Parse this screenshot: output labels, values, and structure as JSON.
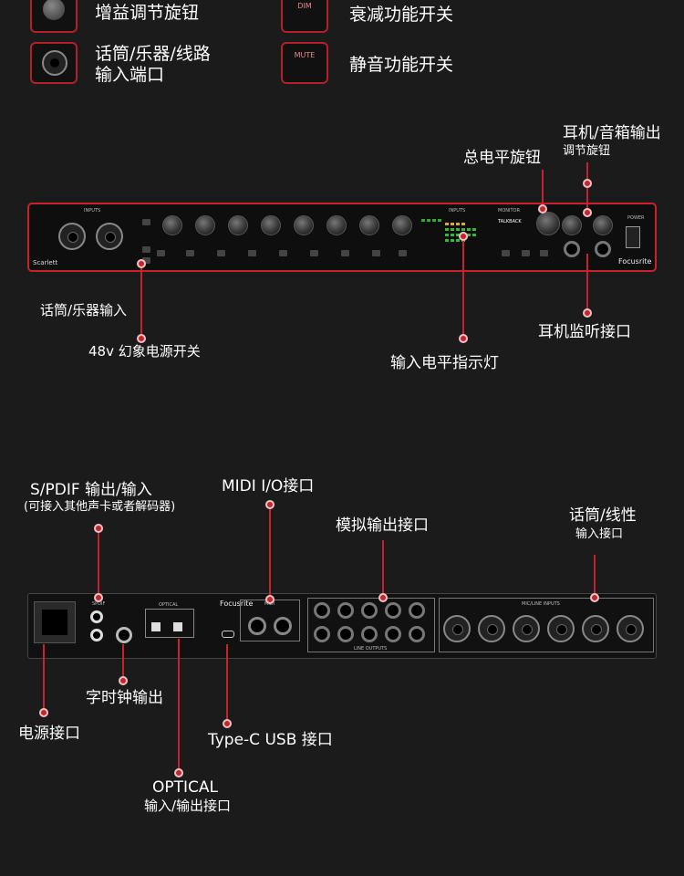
{
  "legend": {
    "gain": "增益调节旋钮",
    "dim": "衰减功能开关",
    "mic_input_l1": "话筒/乐器/线路",
    "mic_input_l2": "输入端口",
    "mute": "静音功能开关",
    "dim_icon_text": "DIM",
    "mute_icon_text": "MUTE"
  },
  "front": {
    "brand": "Focusrite",
    "model": "Scarlett",
    "inputs": "INPUTS",
    "monitor": "MONITOR",
    "talkback": "TALKBACK",
    "power": "POWER",
    "labels": {
      "master_knob": "总电平旋钮",
      "headphone_knob_l1": "耳机/音箱输出",
      "headphone_knob_l2": "调节旋钮",
      "mic_inst_input": "话筒/乐器输入",
      "phantom": "48v 幻象电源开关",
      "level_meter": "输入电平指示灯",
      "headphone_jack": "耳机监听接口"
    }
  },
  "back": {
    "brand": "Focusrite",
    "spdif": "SPDIF",
    "optical": "OPTICAL",
    "midi": "MIDI",
    "line_outputs": "LINE OUTPUTS",
    "mic_line_inputs": "MIC/LINE INPUTS",
    "labels": {
      "spdif_l1": "S/PDIF 输出/输入",
      "spdif_l2": "(可接入其他声卡或者解码器)",
      "midi": "MIDI I/O接口",
      "analog_out": "模拟输出接口",
      "mic_line_l1": "话筒/线性",
      "mic_line_l2": "输入接口",
      "word_clock": "字时钟输出",
      "power": "电源接口",
      "usb": "Type-C USB 接口",
      "optical_l1": "OPTICAL",
      "optical_l2": "输入/输出接口"
    }
  },
  "colors": {
    "accent": "#c8232c",
    "background": "#1b1b1b"
  }
}
